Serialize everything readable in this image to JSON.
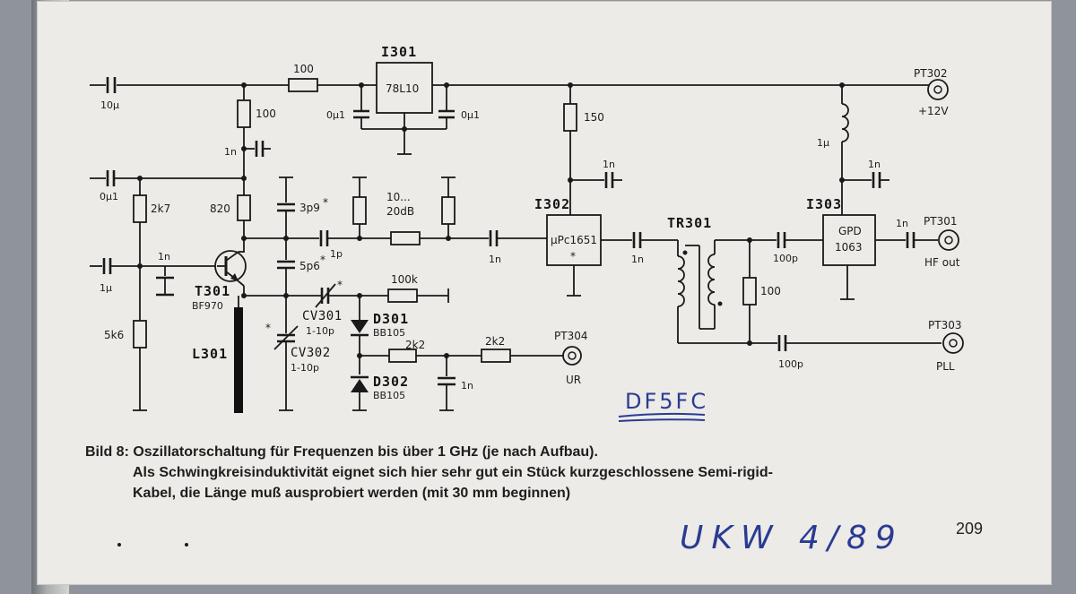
{
  "diagram": {
    "components": {
      "i301": {
        "ref": "I301",
        "type": "78L10"
      },
      "i302": {
        "ref": "I302",
        "type": "μPc1651",
        "mark": "*"
      },
      "i303": {
        "ref": "I303",
        "type_line1": "GPD",
        "type_line2": "1063"
      },
      "t301": {
        "ref": "T301",
        "type": "BF970"
      },
      "l301": {
        "ref": "L301"
      },
      "cv301": {
        "ref": "CV301",
        "value": "1-10p",
        "mark": "*"
      },
      "cv302": {
        "ref": "CV302",
        "value": "1-10p",
        "mark": "*"
      },
      "d301": {
        "ref": "D301",
        "type": "BB105"
      },
      "d302": {
        "ref": "D302",
        "type": "BB105"
      },
      "tr301": {
        "ref": "TR301"
      },
      "pt301": {
        "ref": "PT301",
        "label": "HF out"
      },
      "pt302": {
        "ref": "PT302",
        "label": "+12V"
      },
      "pt303": {
        "ref": "PT303",
        "label": "PLL"
      },
      "pt304": {
        "ref": "PT304",
        "label": "UR"
      }
    },
    "values": {
      "c_in_10u": "10µ",
      "r_100_top": "100",
      "c_0u1_a": "0µ1",
      "c_0u1_b": "0µ1",
      "r_100_vert": "100",
      "c_1n_a": "1n",
      "c_0u1_left": "0µ1",
      "r_2k7": "2k7",
      "r_820": "820",
      "c_1n_base": "1n",
      "c_1u": "1µ",
      "r_5k6": "5k6",
      "c_3p9": "3p9",
      "c_3p9_mark": "*",
      "c_5p6": "5p6",
      "c_5p6_mark": "*",
      "c_1p": "1p",
      "att_line1": "10...",
      "att_line2": "20dB",
      "c_1n_b": "1n",
      "r_150": "150",
      "c_1n_c": "1n",
      "c_1n_d": "1n",
      "r_100k": "100k",
      "r_2k2_a": "2k2",
      "r_2k2_b": "2k2",
      "c_1n_e": "1n",
      "r_100_out": "100",
      "c_100p_a": "100p",
      "c_100p_b": "100p",
      "l_1u": "1µ",
      "c_1n_f": "1n",
      "c_1n_g": "1n"
    }
  },
  "caption": {
    "line1": "Bild 8: Oszillatorschaltung für Frequenzen bis über 1 GHz (je nach Aufbau).",
    "line2": "Als Schwingkreisinduktivität eignet sich hier sehr gut ein Stück kurzgeschlossene Semi-rigid-",
    "line3": "Kabel, die Länge muß ausprobiert werden (mit 30 mm beginnen)"
  },
  "handwriting": {
    "author": "DF5FC",
    "source": "UKW 4/89"
  },
  "page_number": "209",
  "colors": {
    "paper": "#ecebe7",
    "ink": "#1a1a1a",
    "pen": "#2b3b93",
    "background": "#8f939b"
  }
}
